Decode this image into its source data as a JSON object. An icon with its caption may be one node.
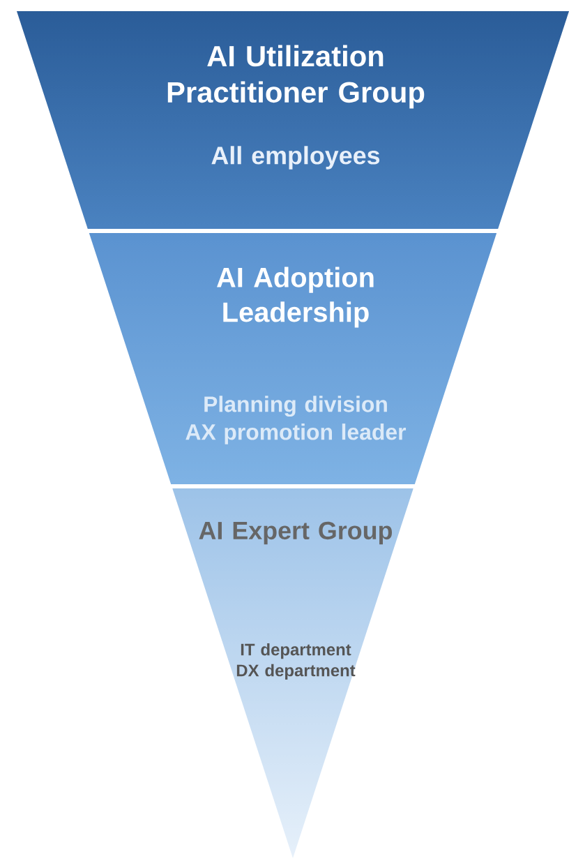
{
  "diagram": {
    "nodes": [
      {
        "text": [
          "AI Utilization Practitioner Group",
          "All employees"
        ]
      },
      {
        "text": [
          "AI Adoption Leadership",
          "Planning division AX promotion leader"
        ]
      },
      {
        "text": [
          "AI Expert Group",
          "IT department DX department"
        ]
      }
    ]
  }
}
